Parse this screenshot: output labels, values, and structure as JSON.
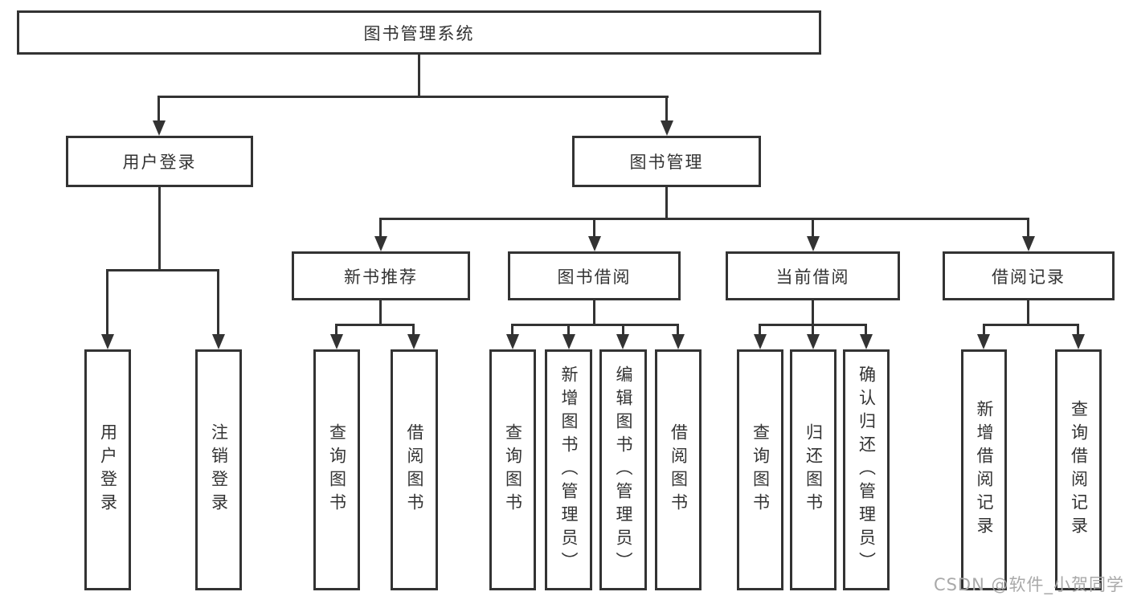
{
  "watermark": "CSDN @软件_小贺同学",
  "colors": {
    "line": "#333333",
    "text": "#333333",
    "watermark": "#a9a9a9",
    "background": "#ffffff"
  },
  "tree": {
    "label": "图书管理系统",
    "children": [
      {
        "label": "用户登录",
        "children": [
          {
            "label": "用户登录"
          },
          {
            "label": "注销登录"
          }
        ]
      },
      {
        "label": "图书管理",
        "children": [
          {
            "label": "新书推荐",
            "children": [
              {
                "label": "查询图书"
              },
              {
                "label": "借阅图书"
              }
            ]
          },
          {
            "label": "图书借阅",
            "children": [
              {
                "label": "查询图书"
              },
              {
                "label": "新增图书（管理员）"
              },
              {
                "label": "编辑图书（管理员）"
              },
              {
                "label": "借阅图书"
              }
            ]
          },
          {
            "label": "当前借阅",
            "children": [
              {
                "label": "查询图书"
              },
              {
                "label": "归还图书"
              },
              {
                "label": "确认归还（管理员）"
              }
            ]
          },
          {
            "label": "借阅记录",
            "children": [
              {
                "label": "新增借阅记录"
              },
              {
                "label": "查询借阅记录"
              }
            ]
          }
        ]
      }
    ]
  }
}
